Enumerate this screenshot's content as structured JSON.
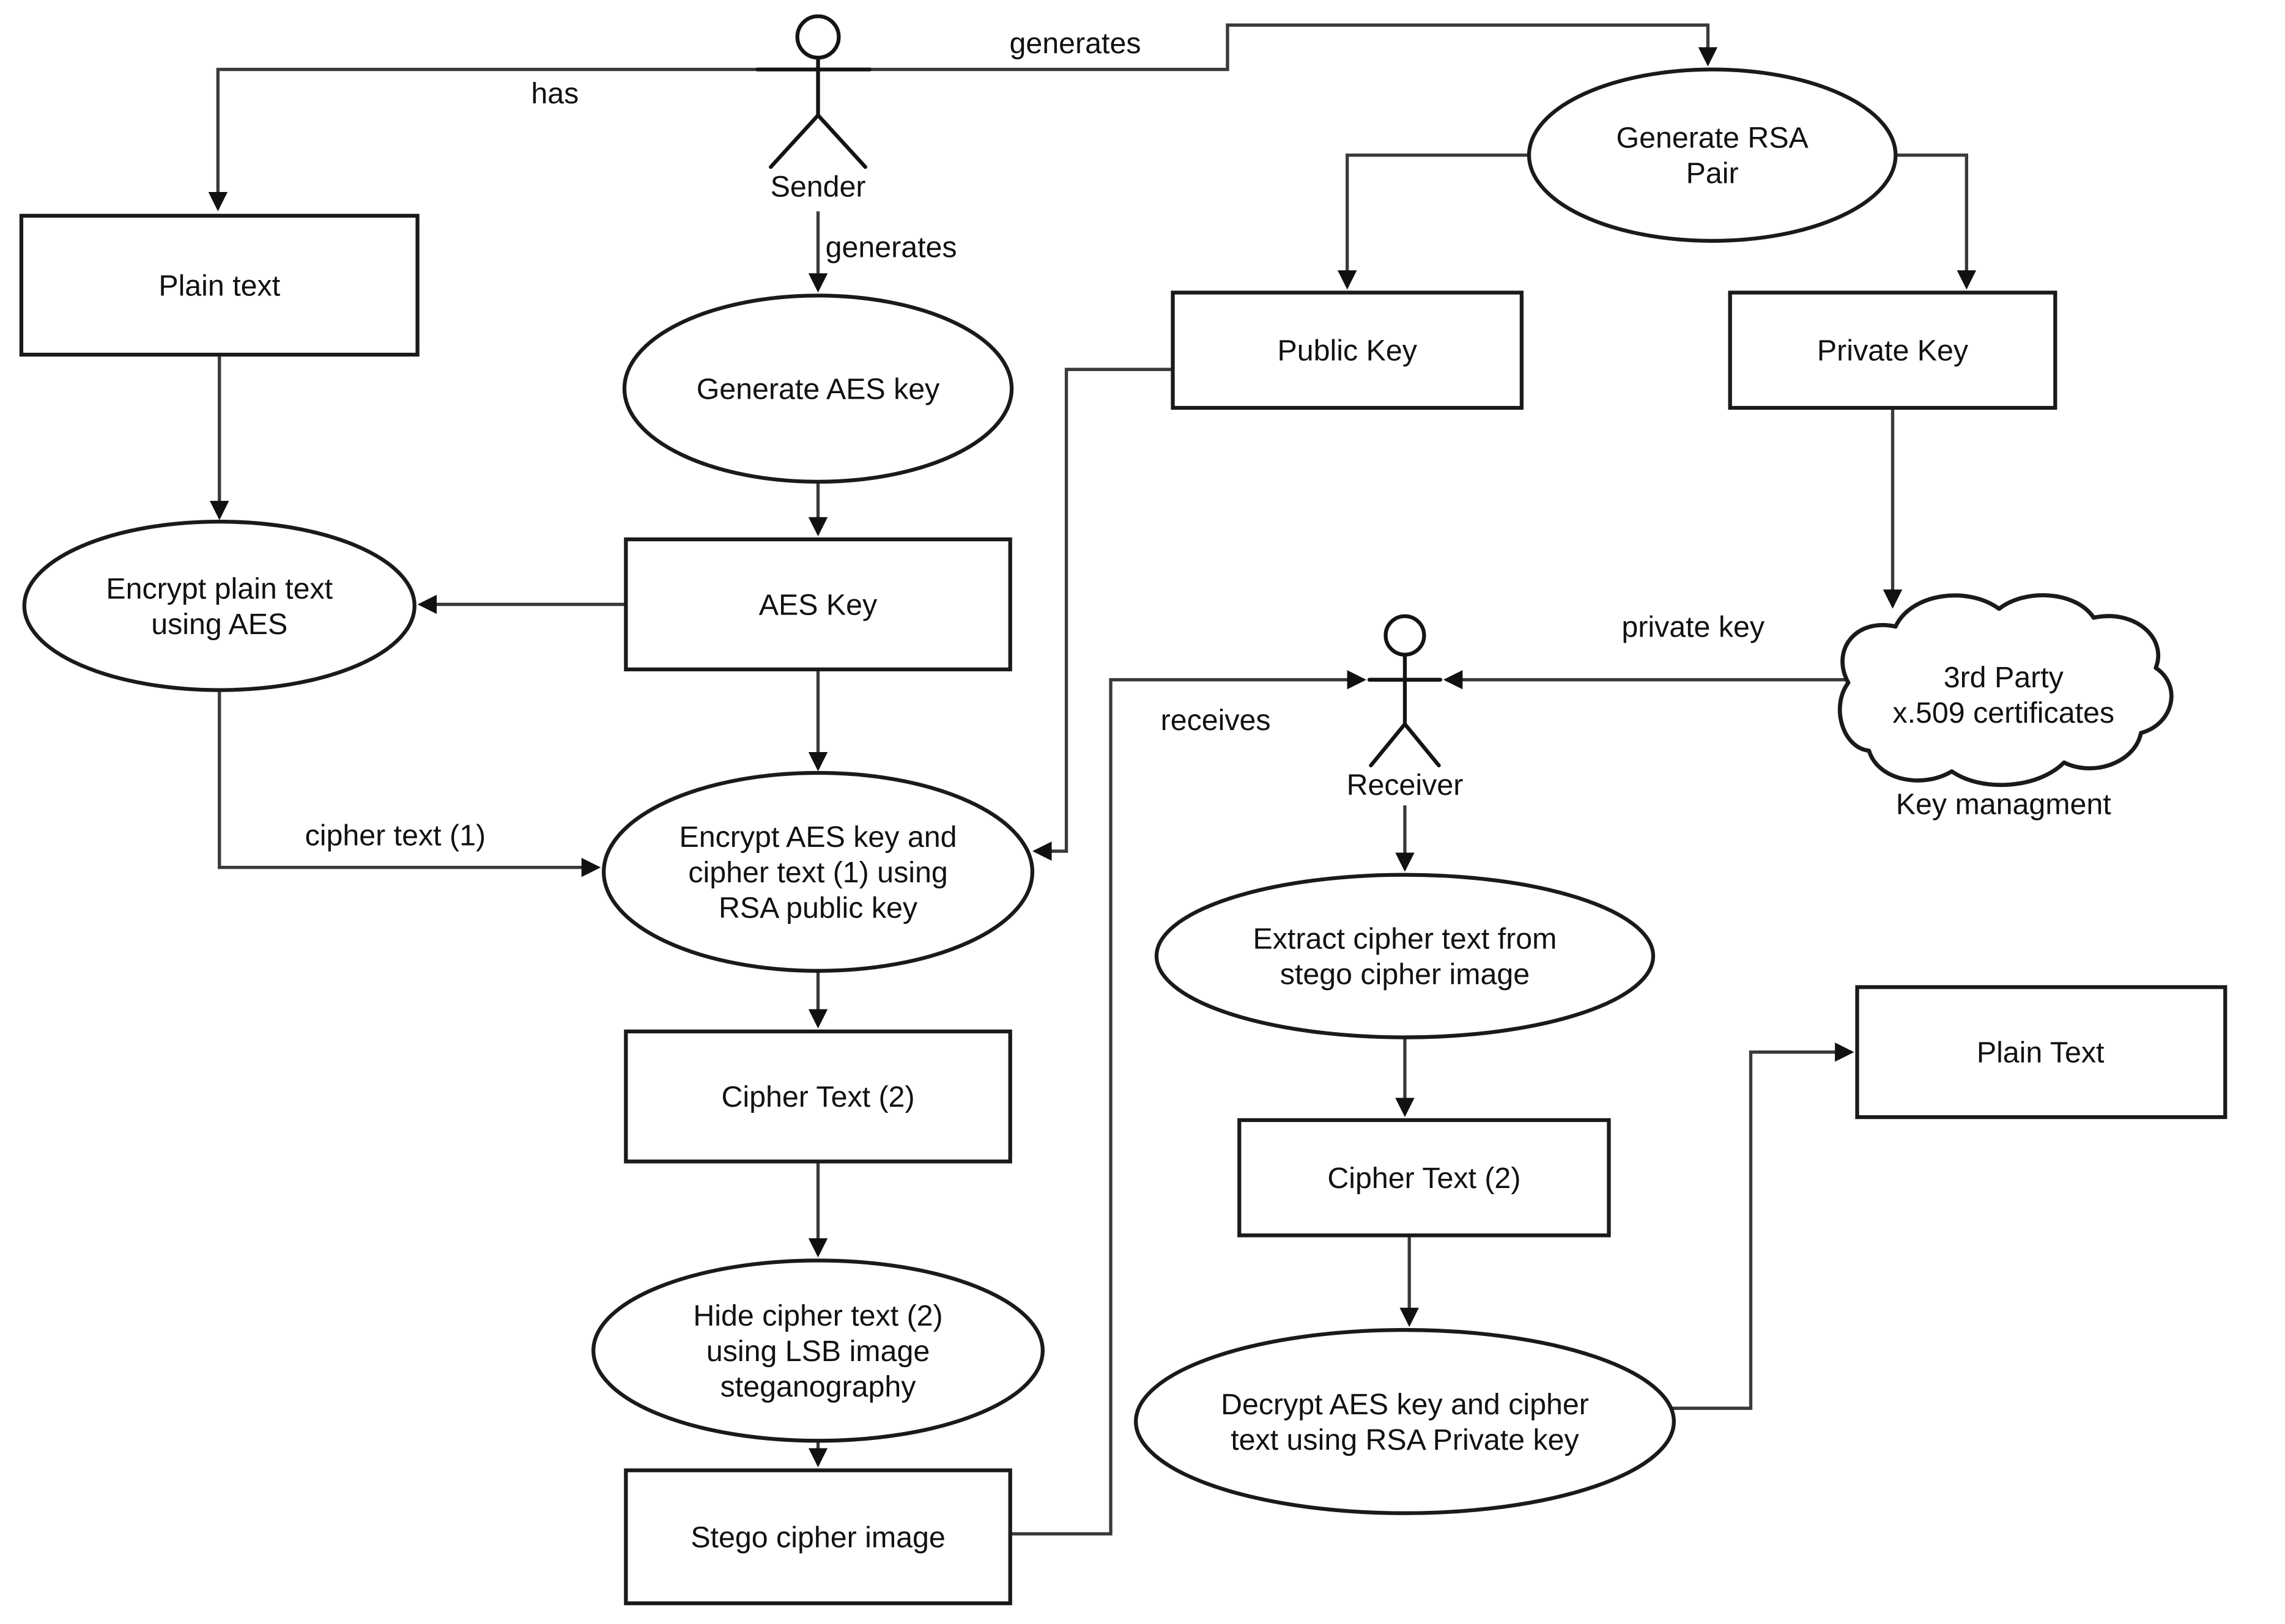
{
  "diagram": {
    "title_semantic": "Hybrid AES-RSA encryption with LSB image steganography flow",
    "colors": {
      "background": "#ffffff",
      "shape_stroke": "#1a1a1a",
      "connector": "#3a3a3a",
      "text": "#111111"
    },
    "actors": {
      "sender": "Sender",
      "receiver": "Receiver"
    },
    "nodes": {
      "plain_text_left": [
        "Plain text"
      ],
      "generate_aes": [
        "Generate AES key"
      ],
      "aes_key": [
        "AES Key"
      ],
      "encrypt_plain": [
        "Encrypt plain text",
        "using AES"
      ],
      "encrypt_rsa": [
        "Encrypt AES key and",
        "cipher text (1) using",
        "RSA public key"
      ],
      "cipher_text_2_left": [
        "Cipher Text (2)"
      ],
      "hide_lsb": [
        "Hide cipher text (2)",
        "using LSB image",
        "steganography"
      ],
      "stego_image": [
        "Stego cipher image"
      ],
      "generate_rsa": [
        "Generate RSA",
        "Pair"
      ],
      "public_key": [
        "Public Key"
      ],
      "private_key": [
        "Private Key"
      ],
      "third_party_cloud": [
        "3rd Party",
        "x.509 certificates"
      ],
      "extract_cipher": [
        "Extract cipher text from",
        "stego cipher image"
      ],
      "cipher_text_2_right": [
        "Cipher Text (2)"
      ],
      "decrypt_rsa": [
        "Decrypt AES key and cipher",
        "text using RSA Private key"
      ],
      "plain_text_right": [
        "Plain Text"
      ]
    },
    "captions": {
      "key_management": "Key managment"
    },
    "edge_labels": {
      "has": "has",
      "generates_top": "generates",
      "generates_down": "generates",
      "cipher_text_1": "cipher text (1)",
      "receives": "receives",
      "private_key": "private key"
    }
  }
}
